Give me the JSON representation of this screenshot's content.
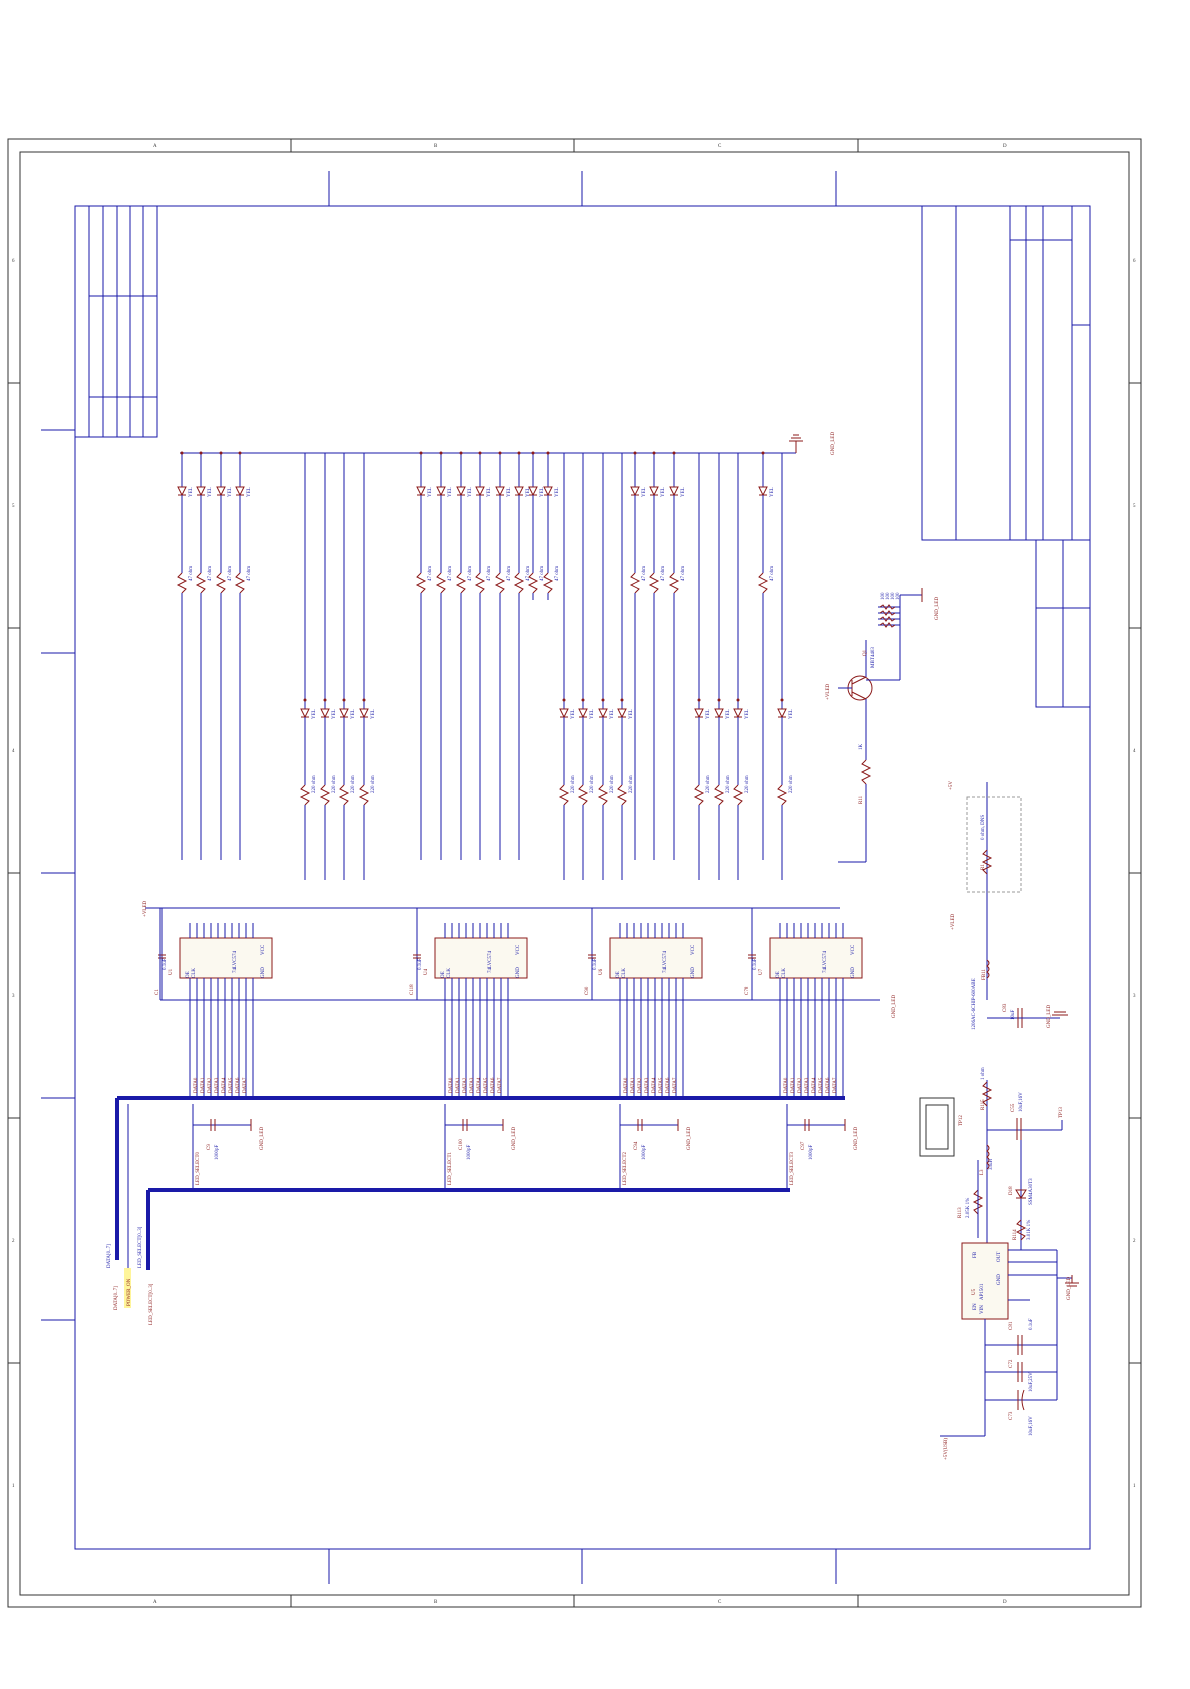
{
  "frame": {
    "columns_top": [
      "A",
      "B",
      "C",
      "D"
    ],
    "columns_bottom": [
      "A",
      "B",
      "C",
      "D"
    ],
    "rows_left": [
      "6",
      "5",
      "4",
      "3",
      "2",
      "1"
    ],
    "rows_right": [
      "6",
      "5",
      "4",
      "3",
      "2",
      "1"
    ]
  },
  "colors": {
    "wire": "#1a1aa8",
    "component": "#8b1a1a",
    "power_label": "#8b1a1a",
    "paper": "#fbf9f0"
  },
  "gnd_labels": {
    "top": "GND_LED",
    "transistor": "GND_LED",
    "ics": "GND_LED",
    "caps1": "GND_LED",
    "caps2": "GND_LED",
    "caps3": "GND_LED",
    "caps4": "GND_LED",
    "reg_top": "GND_LED",
    "reg_bottom": "GND_LED"
  },
  "power": {
    "vled_ics": "+VLED",
    "vled_transistor": "+VLED",
    "vled_reg": "+VLED",
    "v5_top": "+5V",
    "v5_bottom": "+5V(USB)"
  },
  "ics": [
    {
      "ref": "U1",
      "part": "74LVC574",
      "cap": "C1",
      "cap_val": "0.1uF",
      "vcc": "VCC",
      "gnd": "GND",
      "oe": "OE",
      "clk": "CLK"
    },
    {
      "ref": "U4",
      "part": "74LVC574",
      "cap": "C118",
      "cap_val": "0.1uF",
      "vcc": "VCC",
      "gnd": "GND",
      "oe": "OE",
      "clk": "CLK"
    },
    {
      "ref": "U6",
      "part": "74LVC574",
      "cap": "C90",
      "cap_val": "0.1uF",
      "vcc": "VCC",
      "gnd": "GND",
      "oe": "OE",
      "clk": "CLK"
    },
    {
      "ref": "U7",
      "part": "74LVC574",
      "cap": "C78",
      "cap_val": "0.1uF",
      "vcc": "VCC",
      "gnd": "GND",
      "oe": "OE",
      "clk": "CLK"
    }
  ],
  "select": [
    {
      "net": "LED_SELECT0",
      "cap": "C9",
      "val": "1000pF"
    },
    {
      "net": "LED_SELECT1",
      "cap": "C100",
      "val": "1000pF"
    },
    {
      "net": "LED_SELECT2",
      "cap": "C94",
      "val": "1000pF"
    },
    {
      "net": "LED_SELECT3",
      "cap": "C97",
      "val": "1000pF"
    }
  ],
  "data_bus": [
    "DATA0",
    "DATA1",
    "DATA2",
    "DATA3",
    "DATA4",
    "DATA5",
    "DATA6",
    "DATA7"
  ],
  "ports": {
    "data": "DATA[0..7]",
    "data2": "DATA[0..7]",
    "power_on": "POWER_ON",
    "select": "LED_SELECT[0..3]",
    "select2": "LED_SELECT[0..3]"
  },
  "led_color": "YEL",
  "r_47": "47 ohm",
  "r_220": "220 ohm",
  "transistor": {
    "ref": "Q1",
    "part": "MBT4403",
    "rb": "R11",
    "rb_val": "1K",
    "bias": [
      "100",
      "100",
      "100",
      "100"
    ]
  },
  "regulator": {
    "ref": "U5",
    "part": "AP1501",
    "fb": "FB",
    "vin": "VIN",
    "out": "OUT",
    "gnd": "GND",
    "en": "EN",
    "r_fb1": "R113",
    "r_fb1_val": "2.05K 1%",
    "r_fb2": "R114",
    "r_fb2_val": "3.01K 1%",
    "l": "L3",
    "l_val": "33uH",
    "d": "D18",
    "d_val": "SSM4A30T3",
    "c_out": "C55",
    "c_out_val": "10uF,16V",
    "c_in1": "C81",
    "c_in1_val": "0.1uF",
    "c_in2": "C72",
    "c_in2_val": "10uF,25V",
    "c_in3": "C73",
    "c_in3_val": "10uF,16V",
    "tp1": "TP12",
    "tp2": "TP13",
    "r_out": "R115",
    "r_out_val": "1 ohm",
    "ferrite": "FB11",
    "ferrite_val": "1206AC-6CHIP-600ABE",
    "c_fb": "C83",
    "c_fb_val": "10uF",
    "r_dns": "R1",
    "r_dns_val": "0 ohm, DNS"
  }
}
